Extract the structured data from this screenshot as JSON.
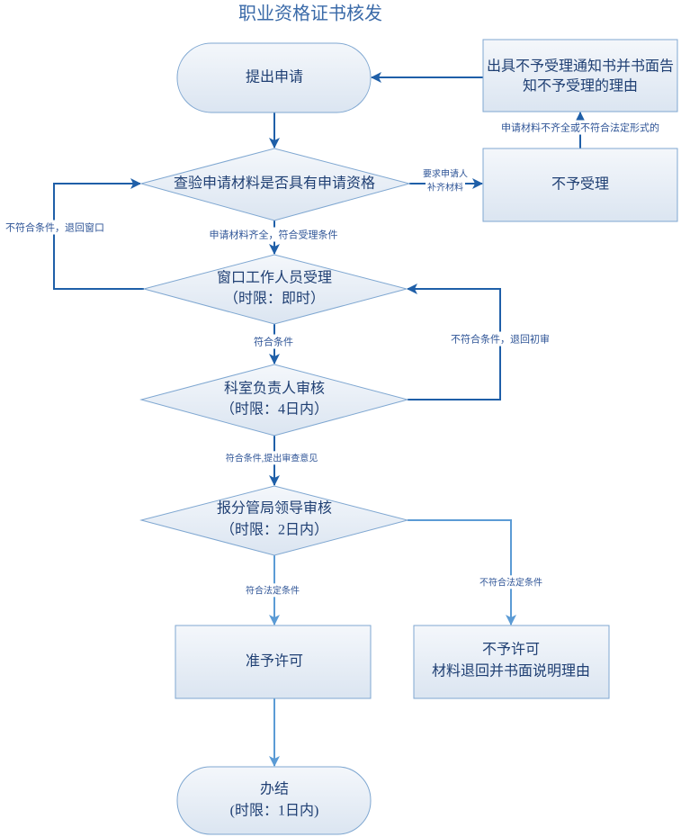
{
  "title": "职业资格证书核发",
  "nodes": {
    "apply": {
      "label": "提出申请"
    },
    "notice": {
      "line1": "出具不予受理通知书并书面告",
      "line2": "知不予受理的理由"
    },
    "check": {
      "label": "查验申请材料是否具有申请资格"
    },
    "not_accepted": {
      "label": "不予受理"
    },
    "window_accept": {
      "line1": "窗口工作人员受理",
      "line2": "（时限：即时）"
    },
    "dept_review": {
      "line1": "科室负责人审核",
      "line2": "（时限：4日内）"
    },
    "leader_review": {
      "line1": "报分管局领导审核",
      "line2": "（时限：2日内）"
    },
    "approve": {
      "label": "准予许可"
    },
    "deny": {
      "line1": "不予许可",
      "line2": "材料退回并书面说明理由"
    },
    "done": {
      "line1": "办结",
      "line2": "(时限：1日内)"
    }
  },
  "edges": {
    "incomplete": "申请材料不齐全或不符合法定形式的",
    "supplement_line1": "要求申请人",
    "supplement_line2": "补齐材料",
    "back_to_window": "不符合条件，退回窗口",
    "complete": "申请材料齐全，符合受理条件",
    "qualified": "符合条件",
    "back_to_first": "不符合条件，退回初审",
    "qualified_opinion": "符合条件,提出审查意见",
    "legal": "符合法定条件",
    "not_legal": "不符合法定条件"
  },
  "colors": {
    "arrow_dark": "#1f5fa8",
    "arrow_light": "#5b9bd5",
    "node_border": "#7fa7d1",
    "node_fill_top": "#f4f7fb",
    "node_fill_bottom": "#dbe5f1",
    "text": "#1f3f73",
    "label": "#2f5597",
    "title": "#3a6aa8"
  }
}
